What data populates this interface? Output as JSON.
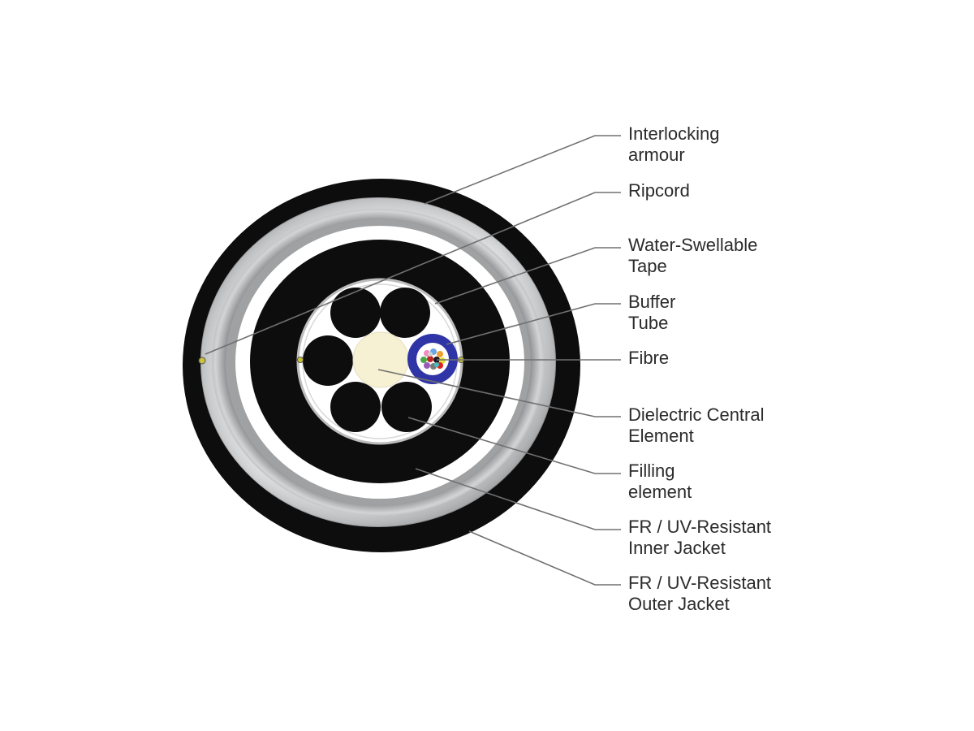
{
  "callouts": [
    {
      "id": "interlocking-armour",
      "lines": [
        "Interlocking",
        "armour"
      ]
    },
    {
      "id": "ripcord",
      "lines": [
        "Ripcord"
      ]
    },
    {
      "id": "water-swellable-tape",
      "lines": [
        "Water-Swellable",
        "Tape"
      ]
    },
    {
      "id": "buffer-tube",
      "lines": [
        "Buffer",
        "Tube"
      ]
    },
    {
      "id": "fibre",
      "lines": [
        "Fibre"
      ]
    },
    {
      "id": "dielectric-central-element",
      "lines": [
        "Dielectric Central",
        "Element"
      ]
    },
    {
      "id": "filling-element",
      "lines": [
        "Filling",
        "element"
      ]
    },
    {
      "id": "inner-jacket",
      "lines": [
        "FR / UV-Resistant",
        "Inner Jacket"
      ]
    },
    {
      "id": "outer-jacket",
      "lines": [
        "FR / UV-Resistant",
        "Outer Jacket"
      ]
    }
  ],
  "colors": {
    "jacket": "#0d0d0d",
    "armour": "#a9abad",
    "armour_light": "#d4d6d8",
    "tape": "#ffffff",
    "central_element": "#f6f1d2",
    "buffer_tube": "#2f35a6",
    "leader": "#707070",
    "ripcord": "#c9c23a"
  }
}
